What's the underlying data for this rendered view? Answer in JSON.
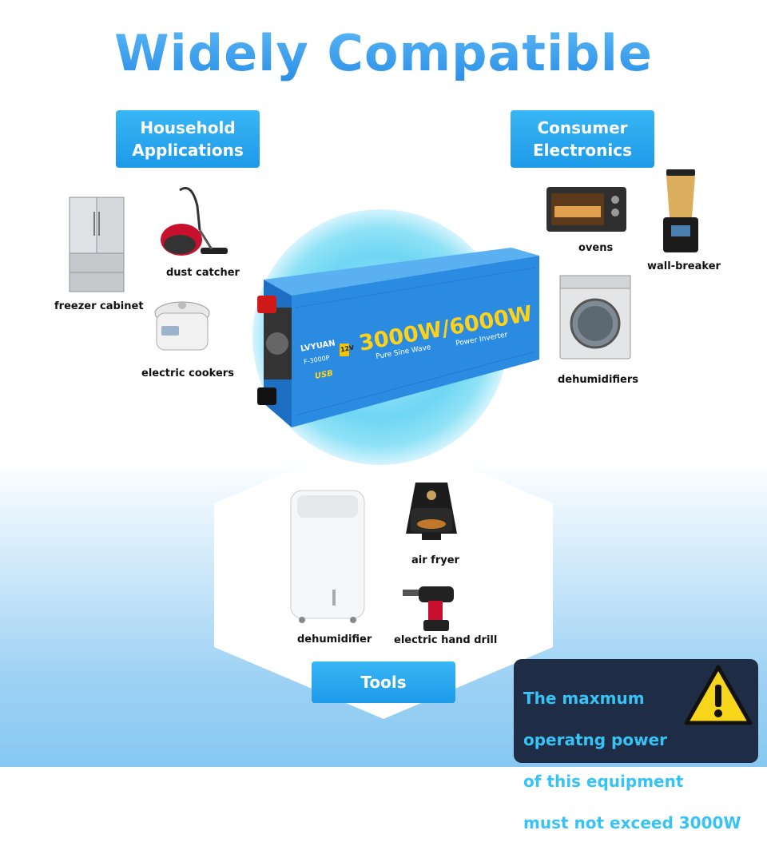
{
  "title": "Widely Compatible",
  "sections": {
    "household": {
      "heading_line1": "Household",
      "heading_line2": "Applications",
      "items": [
        "freezer cabinet",
        "dust catcher",
        "electric cookers"
      ]
    },
    "consumer": {
      "heading_line1": "Consumer",
      "heading_line2": "Electronics",
      "items": [
        "ovens",
        "wall-breaker",
        "dehumidifiers"
      ]
    },
    "tools": {
      "heading": "Tools",
      "items": [
        "dehumidifier",
        "air fryer",
        "electric hand drill"
      ]
    }
  },
  "device": {
    "brand": "LVYUAN",
    "model": "F-3000P",
    "voltage": "12V",
    "power": "3000W/6000W",
    "subtitle_left": "Pure Sine Wave",
    "subtitle_right": "Power Inverter",
    "usb": "USB"
  },
  "warning": {
    "line1": "The maxmum",
    "line2": "operatng power",
    "line3": "of this equipment",
    "line4": "must not exceed 3000W"
  },
  "colors": {
    "accent": "#1d9ae8",
    "title": "#3aa0ee",
    "warning_bg": "#1f2c46",
    "warning_text": "#37c3f5",
    "caution": "#f7d51a"
  }
}
